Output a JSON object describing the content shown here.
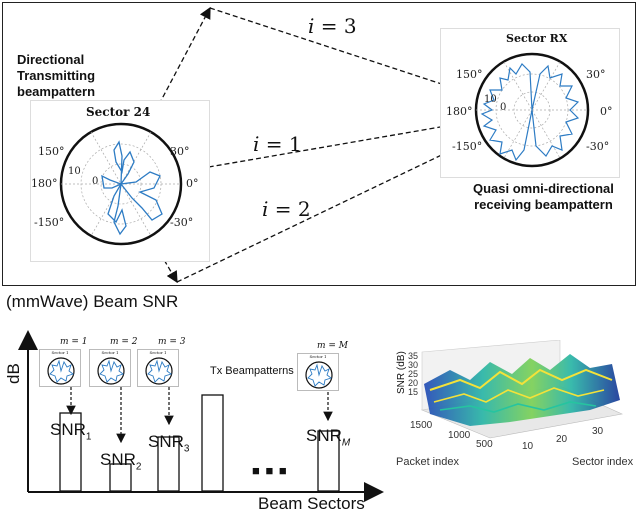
{
  "top": {
    "tx_label": [
      "Directional",
      "Transmitting",
      "beampattern"
    ],
    "rx_label": [
      "Quasi omni-directional",
      "receiving beampattern"
    ],
    "tx_plot": {
      "title": "Sector 24",
      "angle_labels": [
        "150°",
        "30°",
        "180°",
        "0°",
        "-150°",
        "-30°"
      ],
      "radial_label": "10",
      "zero_label": "0"
    },
    "rx_plot": {
      "title": "Sector RX",
      "angle_labels": [
        "150°",
        "30°",
        "180°",
        "0°",
        "-150°",
        "-30°"
      ],
      "radial_label": "10",
      "zero_label": "0"
    },
    "paths": [
      {
        "label": "i = 3",
        "var": "i",
        "value": "3"
      },
      {
        "label": "i = 1",
        "var": "i",
        "value": "1"
      },
      {
        "label": "i = 2",
        "var": "i",
        "value": "2"
      }
    ]
  },
  "bottom": {
    "title": "(mmWave) Beam SNR",
    "y_axis": "dB",
    "x_axis": "Beam Sectors",
    "tx_beampatterns_label": "Tx Beampatterns",
    "ellipsis": "■ ■ ■",
    "thumbnails": [
      {
        "m": "m = 1",
        "title": "Sector 1"
      },
      {
        "m": "m = 2",
        "title": "Sector 1"
      },
      {
        "m": "m = 3",
        "title": "Sector 1"
      },
      {
        "m": "m = M",
        "title": "Sector 1"
      }
    ],
    "snr_labels": [
      {
        "base": "SNR",
        "sub": "1"
      },
      {
        "base": "SNR",
        "sub": "2"
      },
      {
        "base": "SNR",
        "sub": "3"
      },
      {
        "base": "SNR",
        "sub": "M"
      }
    ],
    "surface_plot": {
      "zlabel": "SNR (dB)",
      "xlabel": "Packet index",
      "ylabel": "Sector index",
      "z_ticks": [
        "35",
        "30",
        "25",
        "20",
        "15"
      ],
      "x_ticks": [
        "1500",
        "1000",
        "500"
      ],
      "y_ticks": [
        "10",
        "20",
        "30"
      ]
    }
  },
  "chart_data": {
    "type": "bar",
    "categories": [
      "SNR1",
      "SNR2",
      "SNR3",
      "",
      "SNRM"
    ],
    "values": [
      52,
      18,
      36,
      64,
      40
    ],
    "xlabel": "Beam Sectors",
    "ylabel": "dB",
    "ylim": [
      0,
      100
    ],
    "grid": false
  },
  "colors": {
    "pattern_blue": "#2e7cc4",
    "frame": "#222222",
    "surface_low": "#1f3c9b",
    "surface_mid": "#2fb7a8",
    "surface_high": "#f3e23a"
  }
}
